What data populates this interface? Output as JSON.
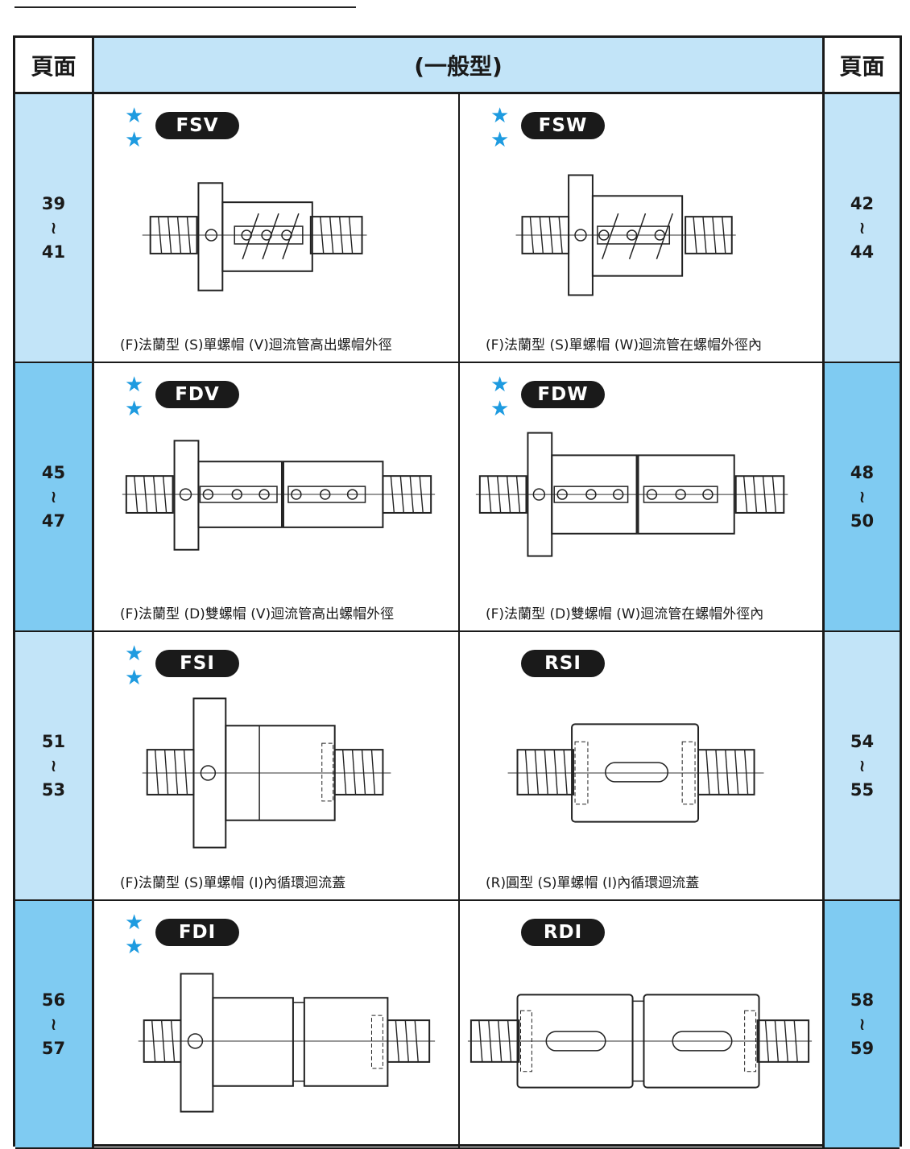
{
  "header": {
    "page_left": "頁面",
    "title": "(一般型)",
    "page_right": "頁面"
  },
  "rows": [
    {
      "left_pages": [
        "39",
        "≀",
        "41"
      ],
      "right_pages": [
        "42",
        "≀",
        "44"
      ],
      "left": {
        "code": "FSV",
        "stars": 2,
        "caption": "(F)法蘭型 (S)單螺帽 (V)迴流管高出螺帽外徑"
      },
      "right": {
        "code": "FSW",
        "stars": 2,
        "caption": "(F)法蘭型 (S)單螺帽 (W)迴流管在螺帽外徑內"
      }
    },
    {
      "left_pages": [
        "45",
        "≀",
        "47"
      ],
      "right_pages": [
        "48",
        "≀",
        "50"
      ],
      "left": {
        "code": "FDV",
        "stars": 2,
        "caption": "(F)法蘭型 (D)雙螺帽 (V)迴流管高出螺帽外徑"
      },
      "right": {
        "code": "FDW",
        "stars": 2,
        "caption": "(F)法蘭型 (D)雙螺帽 (W)迴流管在螺帽外徑內"
      }
    },
    {
      "left_pages": [
        "51",
        "≀",
        "53"
      ],
      "right_pages": [
        "54",
        "≀",
        "55"
      ],
      "left": {
        "code": "FSI",
        "stars": 2,
        "caption": "(F)法蘭型 (S)單螺帽 (I)內循環迴流蓋"
      },
      "right": {
        "code": "RSI",
        "stars": 0,
        "caption": "(R)圓型 (S)單螺帽 (I)內循環迴流蓋"
      }
    },
    {
      "left_pages": [
        "56",
        "≀",
        "57"
      ],
      "right_pages": [
        "58",
        "≀",
        "59"
      ],
      "left": {
        "code": "FDI",
        "stars": 2,
        "caption": ""
      },
      "right": {
        "code": "RDI",
        "stars": 0,
        "caption": ""
      }
    }
  ],
  "colors": {
    "light_blue": "#c2e4f8",
    "dark_blue": "#7fcbf2",
    "star": "#1e9be0"
  }
}
